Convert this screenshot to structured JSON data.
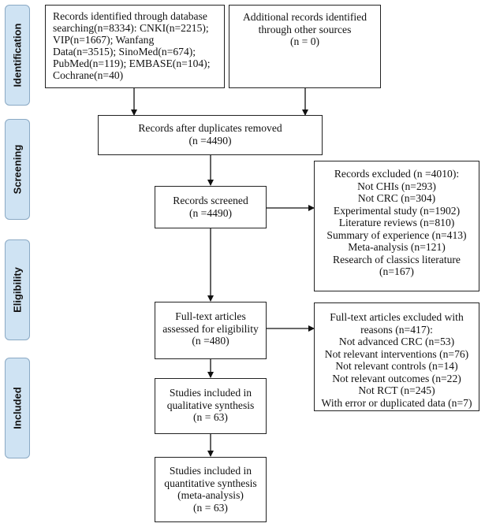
{
  "stages": {
    "identification": "Identification",
    "screening": "Screening",
    "eligibility": "Eligibility",
    "included": "Included"
  },
  "boxes": {
    "database_records": {
      "lines": [
        "Records identified through database",
        "searching(n=8334): CNKI(n=2215);",
        "VIP(n=1667); Wanfang",
        "Data(n=3515); SinoMed(n=674);",
        "PubMed(n=119); EMBASE(n=104);",
        "Cochrane(n=40)"
      ]
    },
    "other_sources": {
      "lines": [
        "Additional records identified",
        "through other sources",
        "(n = 0)"
      ]
    },
    "duplicates_removed": {
      "lines": [
        "Records after duplicates removed",
        "(n =4490)"
      ]
    },
    "records_screened": {
      "lines": [
        "Records screened",
        "(n =4490)"
      ]
    },
    "records_excluded": {
      "lines": [
        "Records excluded (n =4010):",
        "Not CHIs (n=293)",
        "Not CRC (n=304)",
        "Experimental study (n=1902)",
        "Literature reviews (n=810)",
        "Summary of experience (n=413)",
        "Meta-analysis (n=121)",
        "Research of classics literature",
        "(n=167)"
      ]
    },
    "full_text_assessed": {
      "lines": [
        "Full-text articles",
        "assessed for eligibility",
        "(n =480)"
      ]
    },
    "full_text_excluded": {
      "lines": [
        "Full-text articles excluded with",
        "reasons (n=417):",
        "Not advanced CRC (n=53)",
        "Not relevant interventions (n=76)",
        "Not relevant controls (n=14)",
        "Not relevant outcomes (n=22)",
        "Not RCT (n=245)",
        "With error or duplicated data (n=7)"
      ]
    },
    "qualitative_synthesis": {
      "lines": [
        "Studies included in",
        "qualitative synthesis",
        "(n = 63)"
      ]
    },
    "quantitative_synthesis": {
      "lines": [
        "Studies included in",
        "quantitative synthesis",
        "(meta-analysis)",
        "(n = 63)"
      ]
    }
  }
}
